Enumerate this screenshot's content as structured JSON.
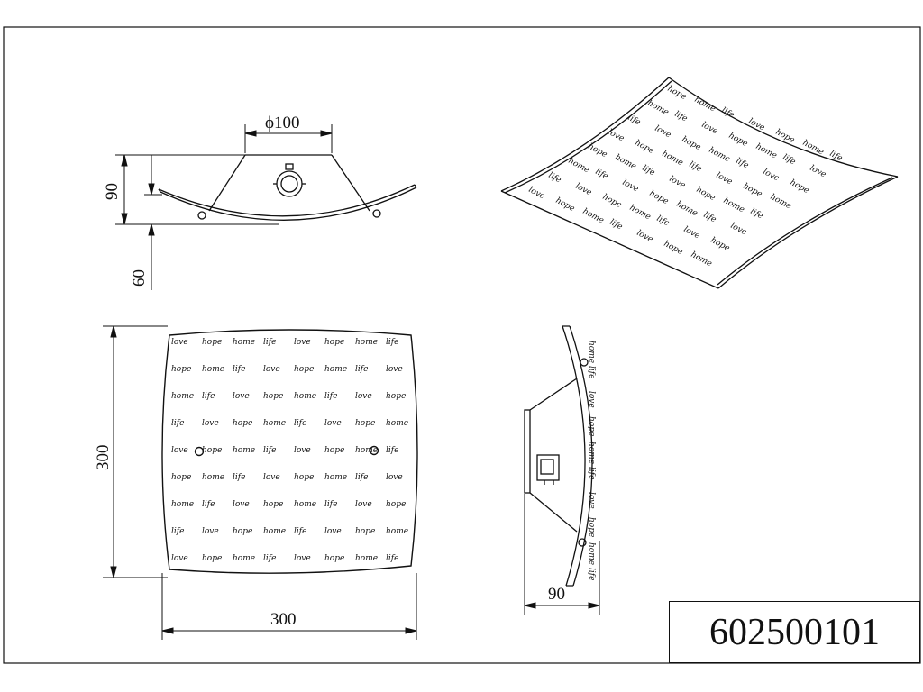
{
  "drawing": {
    "article_number": "602500101",
    "pattern_words": [
      "love",
      "hope",
      "home",
      "life"
    ],
    "dimensions": {
      "front_top_diameter": "ϕ100",
      "front_height": "90",
      "front_bracket": "60",
      "plan_height": "300",
      "plan_width": "300",
      "side_depth": "90"
    }
  }
}
